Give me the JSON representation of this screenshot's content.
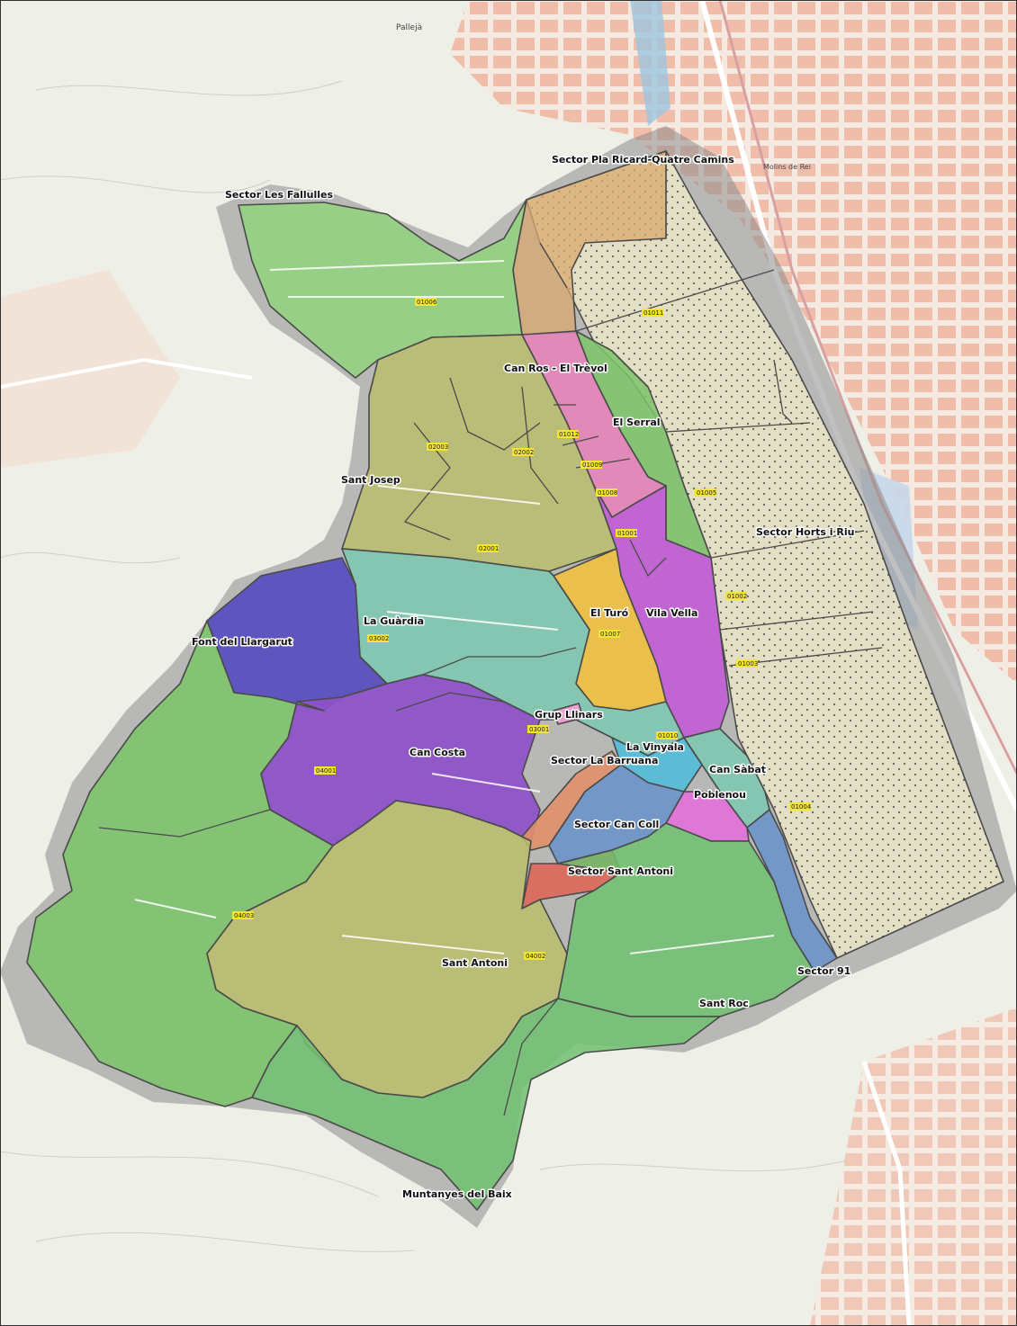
{
  "map": {
    "place_labels": {
      "pallejà": "Pallejà",
      "molins_de_rei": "Molins de Rei"
    },
    "neighborhoods": {
      "sector_pla_ricard": "Sector Pla Ricard-Quatre Camins",
      "sector_les_fallulles": "Sector Les Fallulles",
      "can_ros": "Can Ros - El Trèvol",
      "el_serral": "El Serral",
      "sant_josep": "Sant Josep",
      "sector_horts_i_riu": "Sector Horts i Riu",
      "la_guardia": "La Guàrdia",
      "el_turo": "El Turó",
      "vila_vella": "Vila Vella",
      "font_del_llargarut": "Font del Llargarut",
      "grup_llinars": "Grup Llinars",
      "la_vinyala": "La Vinyala",
      "can_costa": "Can Costa",
      "sector_la_barruana": "Sector La Barruana",
      "can_sabat": "Can Sàbat",
      "poblenou": "Poblenou",
      "sector_can_coll": "Sector Can Coll",
      "sector_sant_antoni": "Sector Sant Antoni",
      "sant_antoni": "Sant Antoni",
      "sector_91": "Sector 91",
      "sant_roc": "Sant Roc",
      "muntanyes_del_baix": "Muntanyes del Baix"
    },
    "section_codes": {
      "c01006": "01006",
      "c01011": "01011",
      "c02003": "02003",
      "c02002": "02002",
      "c01012": "01012",
      "c01009": "01009",
      "c01008": "01008",
      "c01005": "01005",
      "c02001": "02001",
      "c01001": "01001",
      "c01002": "01002",
      "c03002": "03002",
      "c01007": "01007",
      "c01003": "01003",
      "c03001": "03001",
      "c01010": "01010",
      "c04001": "04001",
      "c01004": "01004",
      "c04003": "04003",
      "c04002": "04002"
    },
    "colors": {
      "background": "#eef0e8",
      "urban_blocks": "#f0b4a0",
      "buffer": "#8c8c8c",
      "green": "#7cc46a",
      "olive": "#b8bd6c",
      "teal": "#7ec8b0",
      "orange_tan": "#d9a86e",
      "pink": "#e684b8",
      "magenta": "#c25cd6",
      "yellow": "#f0c040",
      "cyan": "#52bcd8",
      "indigo": "#5a4fc0",
      "purple": "#8e52c8",
      "steel_blue": "#6c94c8",
      "salmon": "#d96a5c",
      "dotted_beige": "#e6e0c0"
    }
  }
}
